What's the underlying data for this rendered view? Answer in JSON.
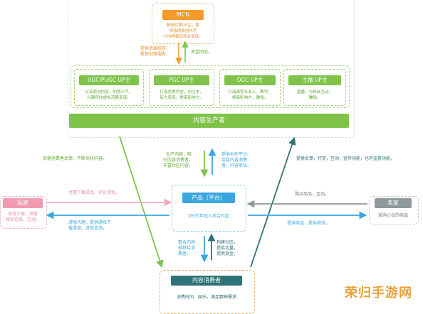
{
  "mcn": {
    "label": "MCN",
    "desc_lines": [
      "精选优质UP主，提",
      "供持续原创作活",
      "力内容稳定商业变现。"
    ]
  },
  "mcn_flow": {
    "down_lines": [
      "提供资源扶持，",
      "提供创意服务。"
    ],
    "up_label": "资金回流。"
  },
  "creators": [
    {
      "title": "UGC/PUGC UP主",
      "desc_lines": [
        "分享原创内容，积攒人气，",
        "兴趣所向虚拟流量变现。"
      ]
    },
    {
      "title": "PGC UP主",
      "desc_lines": [
        "打造优质内容，创立IP，",
        "有力变现，提高影响力。"
      ]
    },
    {
      "title": "OGC UP主",
      "desc_lines": [
        "打造课程专业人，教学，",
        "提高影响力，赚钱。"
      ]
    },
    {
      "title": "主播 UP主",
      "desc_lines": [
        "直播，与粉丝互动，",
        "赚钱。"
      ]
    }
  ],
  "producer_bar": "内容生产者",
  "platform": {
    "title": "产品（平台）",
    "subtitle": "Z时代年轻人综合社区"
  },
  "player": {
    "title": "玩家",
    "desc_lines": [
      "游戏下载、获取",
      "相关信息、互动。"
    ]
  },
  "seller": {
    "title": "卖家",
    "desc_lines": [
      "采购心仪的商品"
    ]
  },
  "consumer": {
    "title": "内容消费者",
    "desc": "消费时间、娱乐，满足精神需求"
  },
  "annotations": {
    "consumer_feedback": "依据消费者反馈，不断优化内容。",
    "producer_to_platform_lines": [
      "生产内容，吸",
      "引内容消费者，",
      "丰富社区内容。"
    ],
    "platform_to_producer_lines": [
      "提供创作平台。",
      "连接内容消费",
      "者，内容审核。"
    ],
    "consumer_to_producer": "提供反馈，打赏，互动，宣传功能，也有监督功能。",
    "player_to_platform": "付费下载游戏，评论游戏。",
    "platform_to_player_lines": [
      "游戏代理，提供游戏下",
      "载渠道，游戏咨询。"
    ],
    "seller_to_platform": "购买商品，互动。",
    "platform_to_seller": "提供商品，提供物流。",
    "platform_to_consumer_lines": [
      "整合内容",
      "推荐给消",
      "费者。"
    ],
    "consumer_to_platform_lines": [
      "构建社区，",
      "提供流量，",
      "提供资金。"
    ]
  },
  "watermark": "荣归手游网",
  "colors": {
    "mcn_orange": "#f39a2d",
    "green": "#7fc34b",
    "teal": "#2e7377",
    "pink": "#f4a8c4",
    "blue": "#3ba6de",
    "gray": "#8f9a9a",
    "player_pink": "#f29bb0"
  }
}
